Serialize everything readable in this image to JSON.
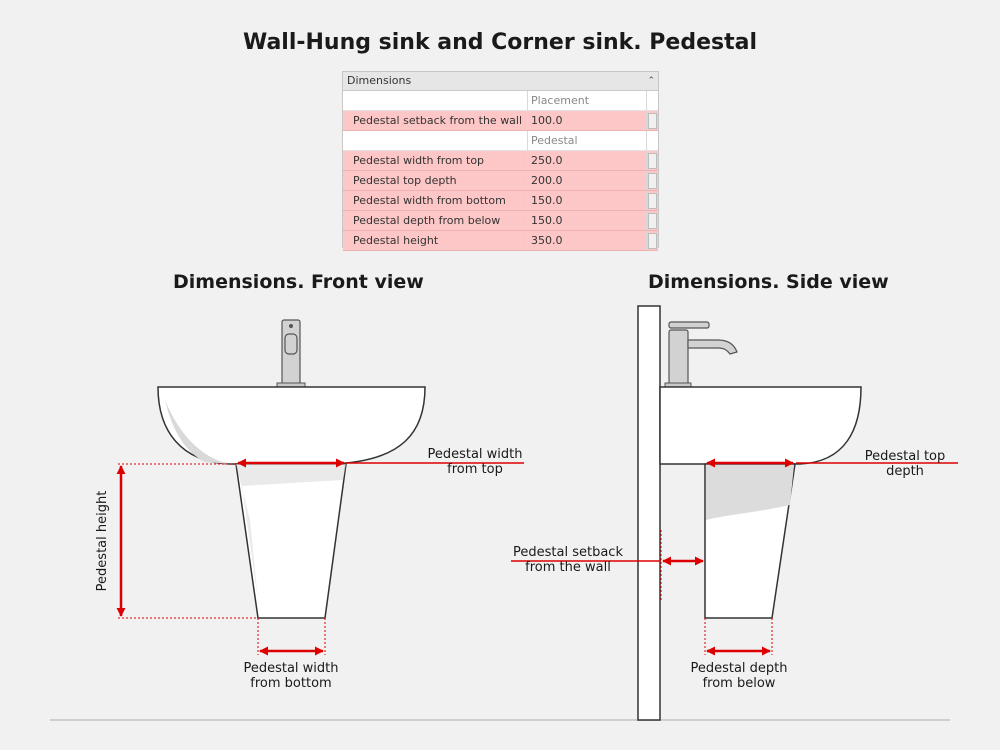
{
  "title": "Wall-Hung sink and Corner sink. Pedestal",
  "properties_panel": {
    "header": "Dimensions",
    "rows": [
      {
        "kind": "group",
        "label": "",
        "value": "Placement"
      },
      {
        "kind": "param",
        "label": "Pedestal setback from the wall",
        "value": "100.0"
      },
      {
        "kind": "group",
        "label": "",
        "value": "Pedestal"
      },
      {
        "kind": "param",
        "label": "Pedestal width from top",
        "value": "250.0"
      },
      {
        "kind": "param",
        "label": "Pedestal top depth",
        "value": "200.0"
      },
      {
        "kind": "param",
        "label": "Pedestal width from bottom",
        "value": "150.0"
      },
      {
        "kind": "param",
        "label": "Pedestal depth from below",
        "value": "150.0"
      },
      {
        "kind": "param",
        "label": "Pedestal height",
        "value": "350.0"
      }
    ]
  },
  "front_view": {
    "title": "Dimensions. Front view",
    "labels": {
      "width_top_1": "Pedestal width",
      "width_top_2": "from top",
      "height": "Pedestal height",
      "width_bottom_1": "Pedestal width",
      "width_bottom_2": "from bottom"
    }
  },
  "side_view": {
    "title": "Dimensions. Side view",
    "labels": {
      "top_depth_1": "Pedestal top",
      "top_depth_2": "depth",
      "setback_1": "Pedestal setback",
      "setback_2": "from the wall",
      "depth_below_1": "Pedestal depth",
      "depth_below_2": "from below"
    }
  },
  "colors": {
    "dimension": "#dd0000",
    "highlight_row": "#fdc7c7",
    "background": "#f1f1f1"
  }
}
